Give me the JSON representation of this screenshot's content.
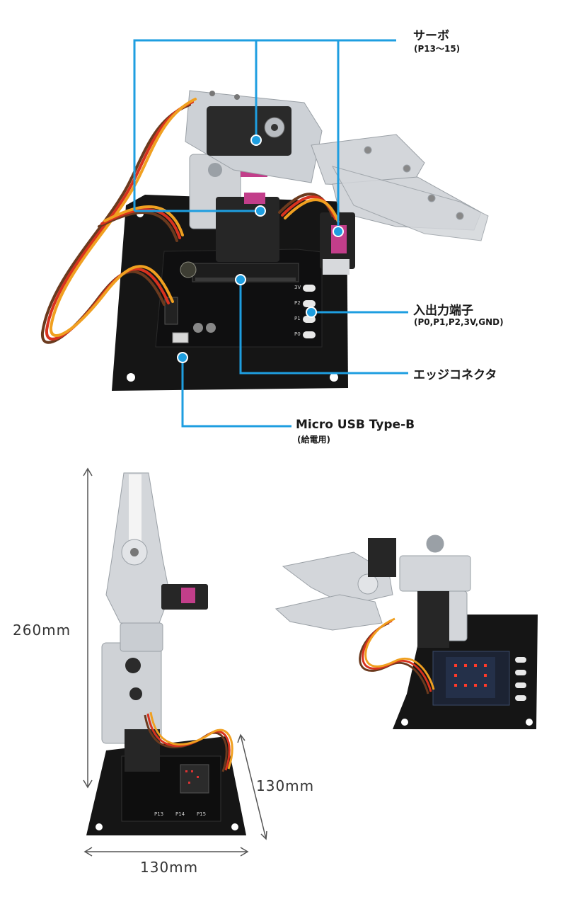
{
  "callouts": {
    "servo": {
      "title": "サーボ",
      "sub": "(P13〜15)"
    },
    "io": {
      "title": "入出力端子",
      "sub": "(P0,P1,P2,3V,GND)"
    },
    "edge": {
      "title": "エッジコネクタ"
    },
    "usb": {
      "title": "Micro USB Type-B",
      "sub": "(給電用)"
    }
  },
  "dimensions": {
    "height": "260mm",
    "depth": "130mm",
    "width": "130mm"
  },
  "board": {
    "pins": [
      "3V",
      "P2",
      "P1",
      "P0"
    ],
    "servo_ports": [
      "P13",
      "P14",
      "P15"
    ]
  },
  "colors": {
    "callout_line": "#1e9ee0",
    "base_plate": "#141414",
    "aluminum": "#c9cdd2",
    "servo_body": "#262626",
    "wire_brown": "#6b3a1e",
    "wire_red": "#d8321e",
    "wire_orange": "#f0a020"
  }
}
